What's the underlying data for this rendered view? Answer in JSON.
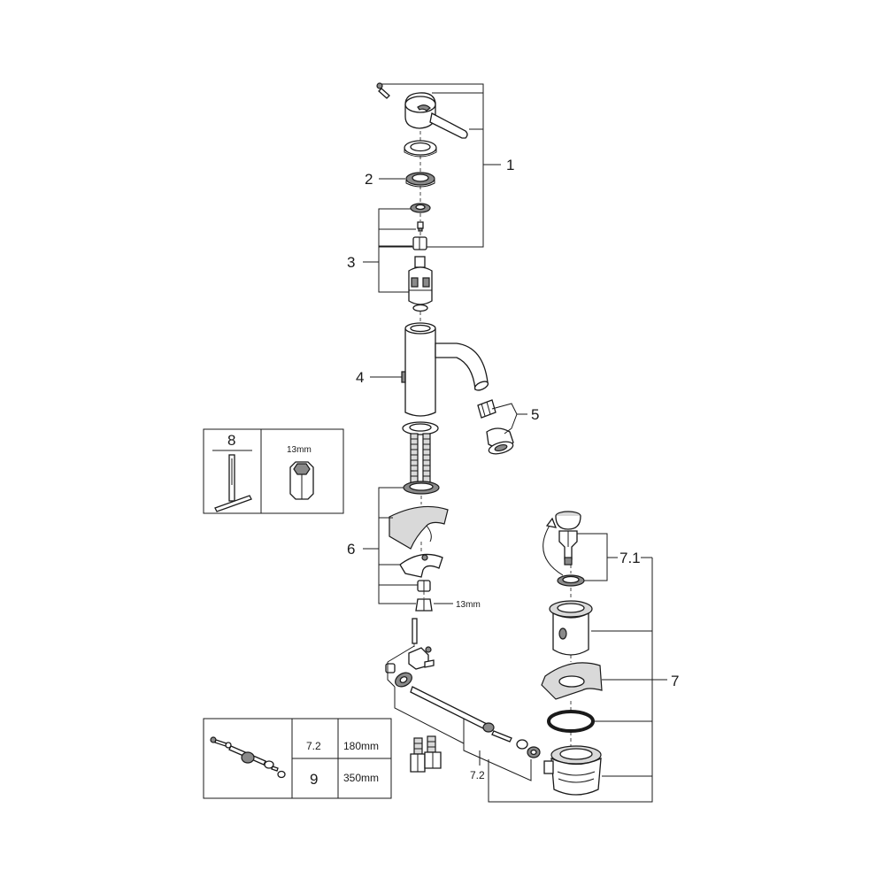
{
  "callouts": {
    "c1": "1",
    "c2": "2",
    "c3": "3",
    "c4": "4",
    "c5": "5",
    "c6": "6",
    "c7": "7",
    "c71": "7.1",
    "c72": "7.2"
  },
  "dimension_13mm": "13mm",
  "tool_box": {
    "label": "8",
    "wrench_size": "13mm"
  },
  "rod_table": {
    "rows": [
      {
        "part": "7.2",
        "length": "180mm"
      },
      {
        "part": "9",
        "length": "350mm"
      }
    ]
  }
}
